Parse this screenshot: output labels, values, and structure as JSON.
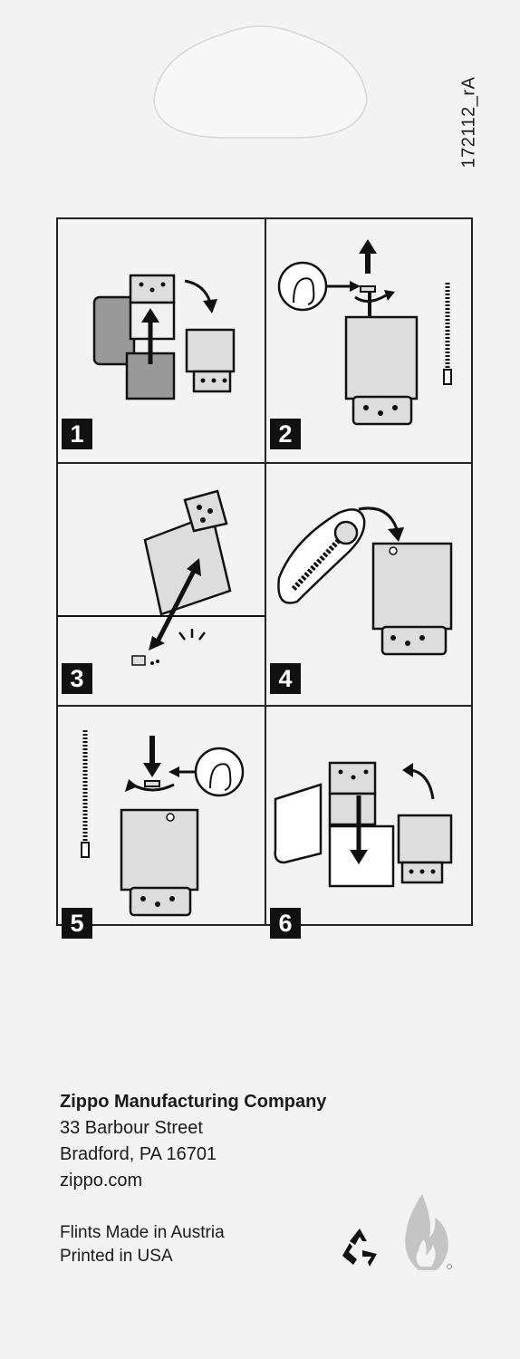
{
  "print_code": "172112_rA",
  "steps": [
    {
      "number": "1",
      "icon": "remove-insert-icon"
    },
    {
      "number": "2",
      "icon": "unscrew-spring-icon"
    },
    {
      "number": "3",
      "icon": "tap-out-flint-icon"
    },
    {
      "number": "4",
      "icon": "insert-flint-icon"
    },
    {
      "number": "5",
      "icon": "screw-spring-icon"
    },
    {
      "number": "6",
      "icon": "reinsert-insert-icon"
    }
  ],
  "company": {
    "name": "Zippo Manufacturing Company",
    "street": "33 Barbour Street",
    "city": "Bradford, PA 16701",
    "website": "zippo.com"
  },
  "footer": {
    "line1": "Flints Made in Austria",
    "line2": "Printed in USA"
  },
  "icons": {
    "recycle": "recycle-icon",
    "logo": "zippo-flame-icon"
  }
}
